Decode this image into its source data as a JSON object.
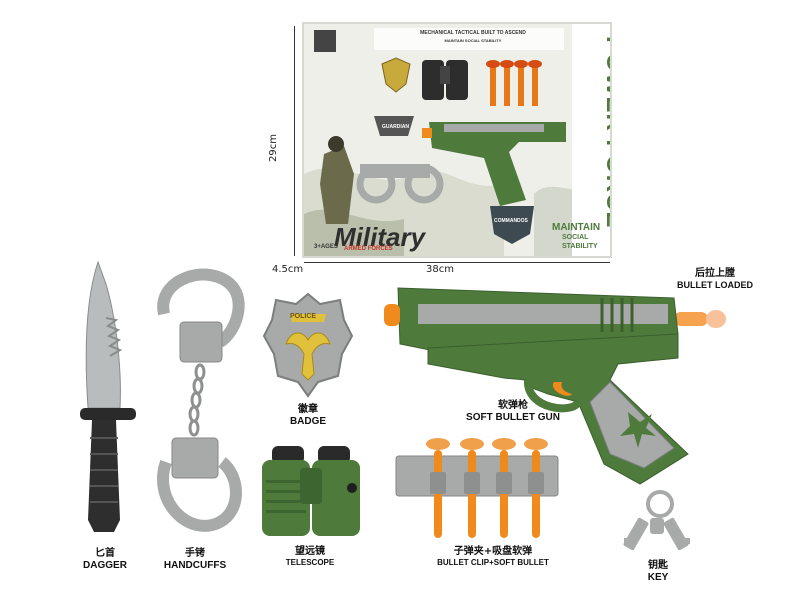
{
  "package": {
    "header_line1": "MECHANICAL TACTICAL BUILT TO ASCEND",
    "header_line2": "MAINTAIN SOCIAL STABILITY",
    "power_force": "POWER FORCE",
    "military": "Military",
    "armed_forces": "ARMED FORCES",
    "age": "3+AGES",
    "maintain": "MAINTAIN",
    "social": "SOCIAL",
    "stability": "STABILITY",
    "guardian": "GUARDIAN",
    "commandos": "COMMANDOS"
  },
  "dimensions": {
    "height": "29cm",
    "width": "38cm",
    "depth": "4.5cm"
  },
  "badge_text": "POLICE",
  "items": [
    {
      "cn": "匕首",
      "en": "DAGGER"
    },
    {
      "cn": "手铐",
      "en": "HANDCUFFS"
    },
    {
      "cn": "徽章",
      "en": "BADGE"
    },
    {
      "cn": "望远镜",
      "en": "TELESCOPE"
    },
    {
      "cn": "子弹夹+吸盘软弹",
      "en": "BULLET CLIP+SOFT BULLET"
    },
    {
      "cn": "软弹枪",
      "en": "SOFT BULLET GUN"
    },
    {
      "cn": "后拉上膛",
      "en": "BULLET LOADED"
    },
    {
      "cn": "钥匙",
      "en": "KEY"
    }
  ],
  "colors": {
    "army_green": "#4e7a3c",
    "gray": "#a8a9a9",
    "orange": "#f08a1c",
    "black": "#2a2a2a"
  }
}
